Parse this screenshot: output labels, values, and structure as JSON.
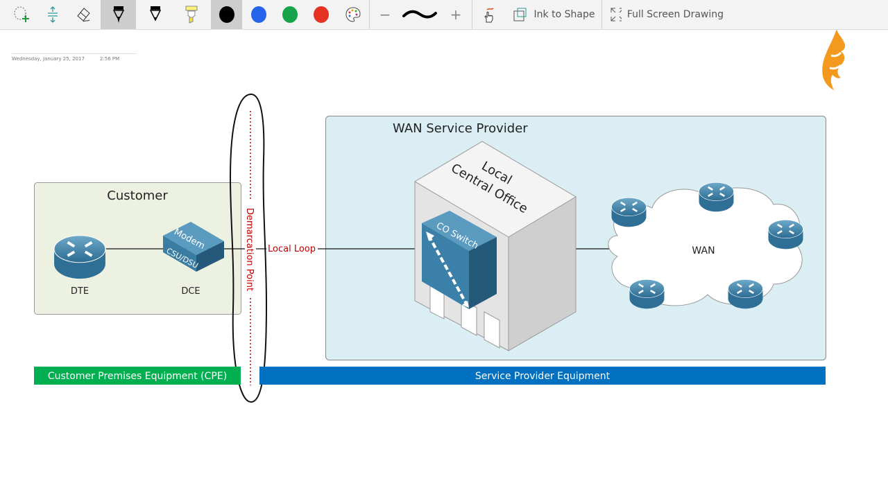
{
  "toolbar": {
    "tools": [
      {
        "icon": "lasso-select-icon"
      },
      {
        "icon": "insert-space-icon"
      },
      {
        "icon": "eraser-icon"
      },
      {
        "icon": "pen-icon",
        "selected": true
      },
      {
        "icon": "pencil-icon"
      },
      {
        "icon": "highlighter-icon"
      }
    ],
    "colors": [
      "#000000",
      "#2563eb",
      "#16a34a",
      "#e53223"
    ],
    "selected_color": "#000000",
    "palette_icon": "palette-icon",
    "thickness_minus": "−",
    "thickness_plus": "+",
    "touch_draw_icon": "touch-draw-icon",
    "ink_to_shape": "Ink to Shape",
    "full_screen": "Full Screen Drawing"
  },
  "page": {
    "date": "Wednesday, January 25, 2017",
    "time": "2:56 PM"
  },
  "diagram": {
    "customer_title": "Customer",
    "dte": "DTE",
    "dce": "DCE",
    "modem": "Modem",
    "csu_dsu": "CSU/DSU",
    "demarcation": "Demarcation Point",
    "local_loop": "Local Loop",
    "wan_provider_title": "WAN Service Provider",
    "central_office_1": "Local",
    "central_office_2": "Central Office",
    "co_switch": "CO Switch",
    "wan": "WAN",
    "cpe_label": "Customer Premises Equipment (CPE)",
    "spe_label": "Service Provider Equipment",
    "colors": {
      "cpe": "#00b050",
      "spe": "#0070c0",
      "demarc": "#c00000",
      "customer_bg": "#edf1e1",
      "provider_bg": "#daeef3"
    }
  }
}
